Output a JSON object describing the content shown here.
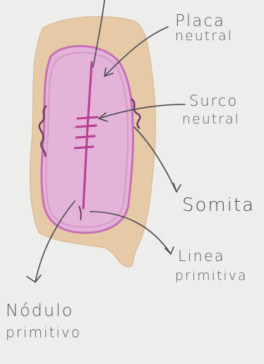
{
  "diagram": {
    "labels": {
      "placa": {
        "line1": "Placa",
        "line2": "neutral"
      },
      "surco": {
        "line1": "Surco",
        "line2": "neutral"
      },
      "somita": {
        "line1": "Somita"
      },
      "linea": {
        "line1": "Linea",
        "line2": "primitiva"
      },
      "nodulo": {
        "line1": "Nódulo",
        "line2": "primitivo"
      }
    },
    "colors": {
      "paper": "#ededeb",
      "outer_ectoderm": "#e6c9a6",
      "inner_plate": "#e3b3d8",
      "plate_border": "#c96fb7",
      "groove": "#b63f93",
      "ink": "#4a4a4f"
    }
  }
}
